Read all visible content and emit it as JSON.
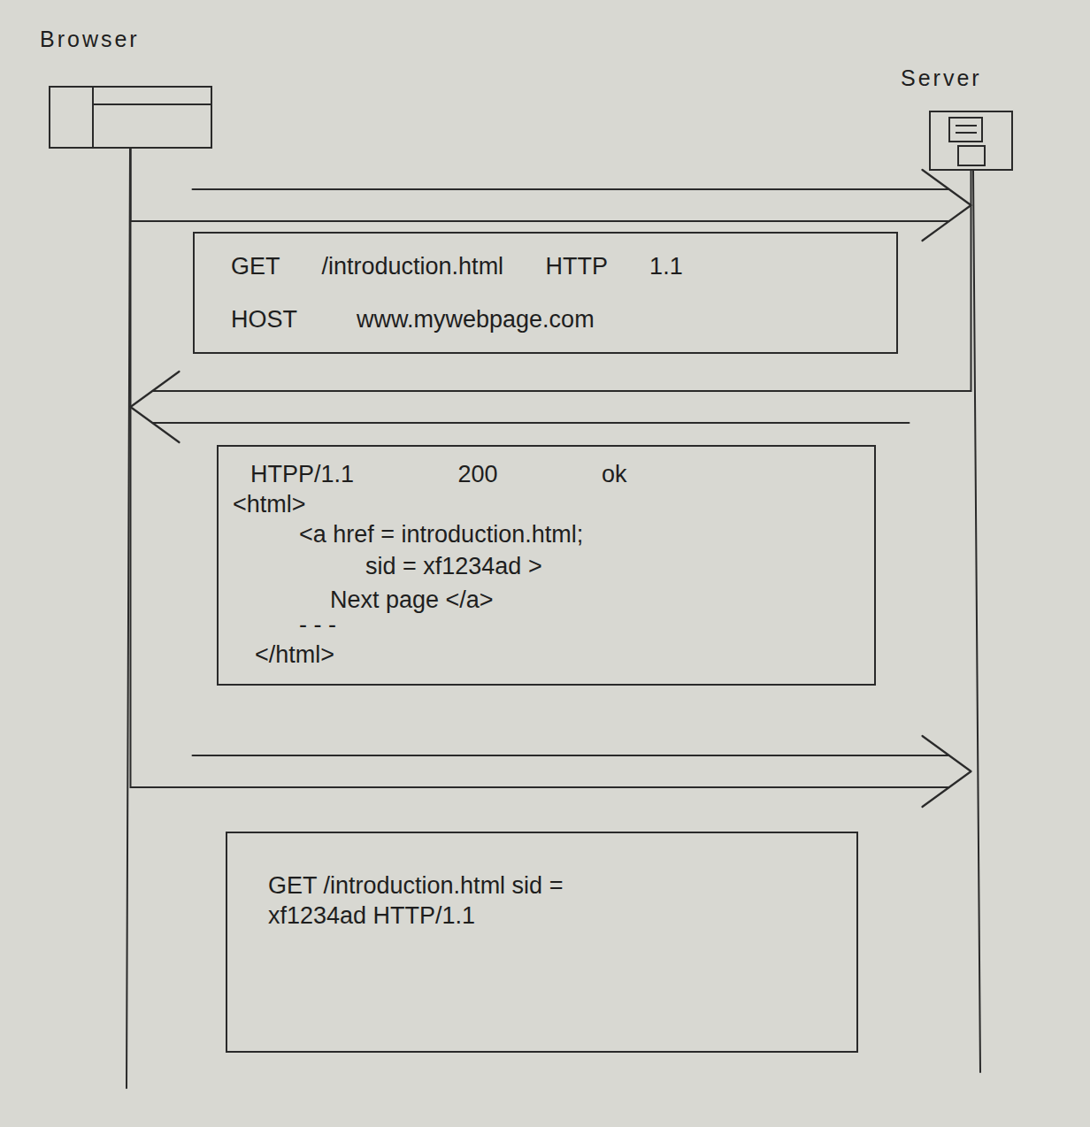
{
  "diagram": {
    "nodes": [
      {
        "text": [
          "Browser"
        ]
      },
      {
        "text": [
          "Server"
        ]
      },
      {
        "text": [
          "GET /introduction.html HTTP 1.1",
          "HOST www.mywebpage.com"
        ]
      },
      {
        "text": [
          "HTPP/1.1 200 ok",
          "<html>",
          "<a href = introduction.html;",
          "sid = xf1234ad >",
          "Next page </a>",
          "- - -",
          "</html>"
        ]
      },
      {
        "text": [
          "GET /introduction.html sid = xf1234ad HTTP/1.1"
        ]
      }
    ],
    "edges": [
      {
        "from": 0,
        "to": 1,
        "arrow": "to"
      },
      {
        "from": 1,
        "to": 0,
        "arrow": "to"
      },
      {
        "from": 0,
        "to": 1,
        "arrow": "to"
      }
    ]
  }
}
